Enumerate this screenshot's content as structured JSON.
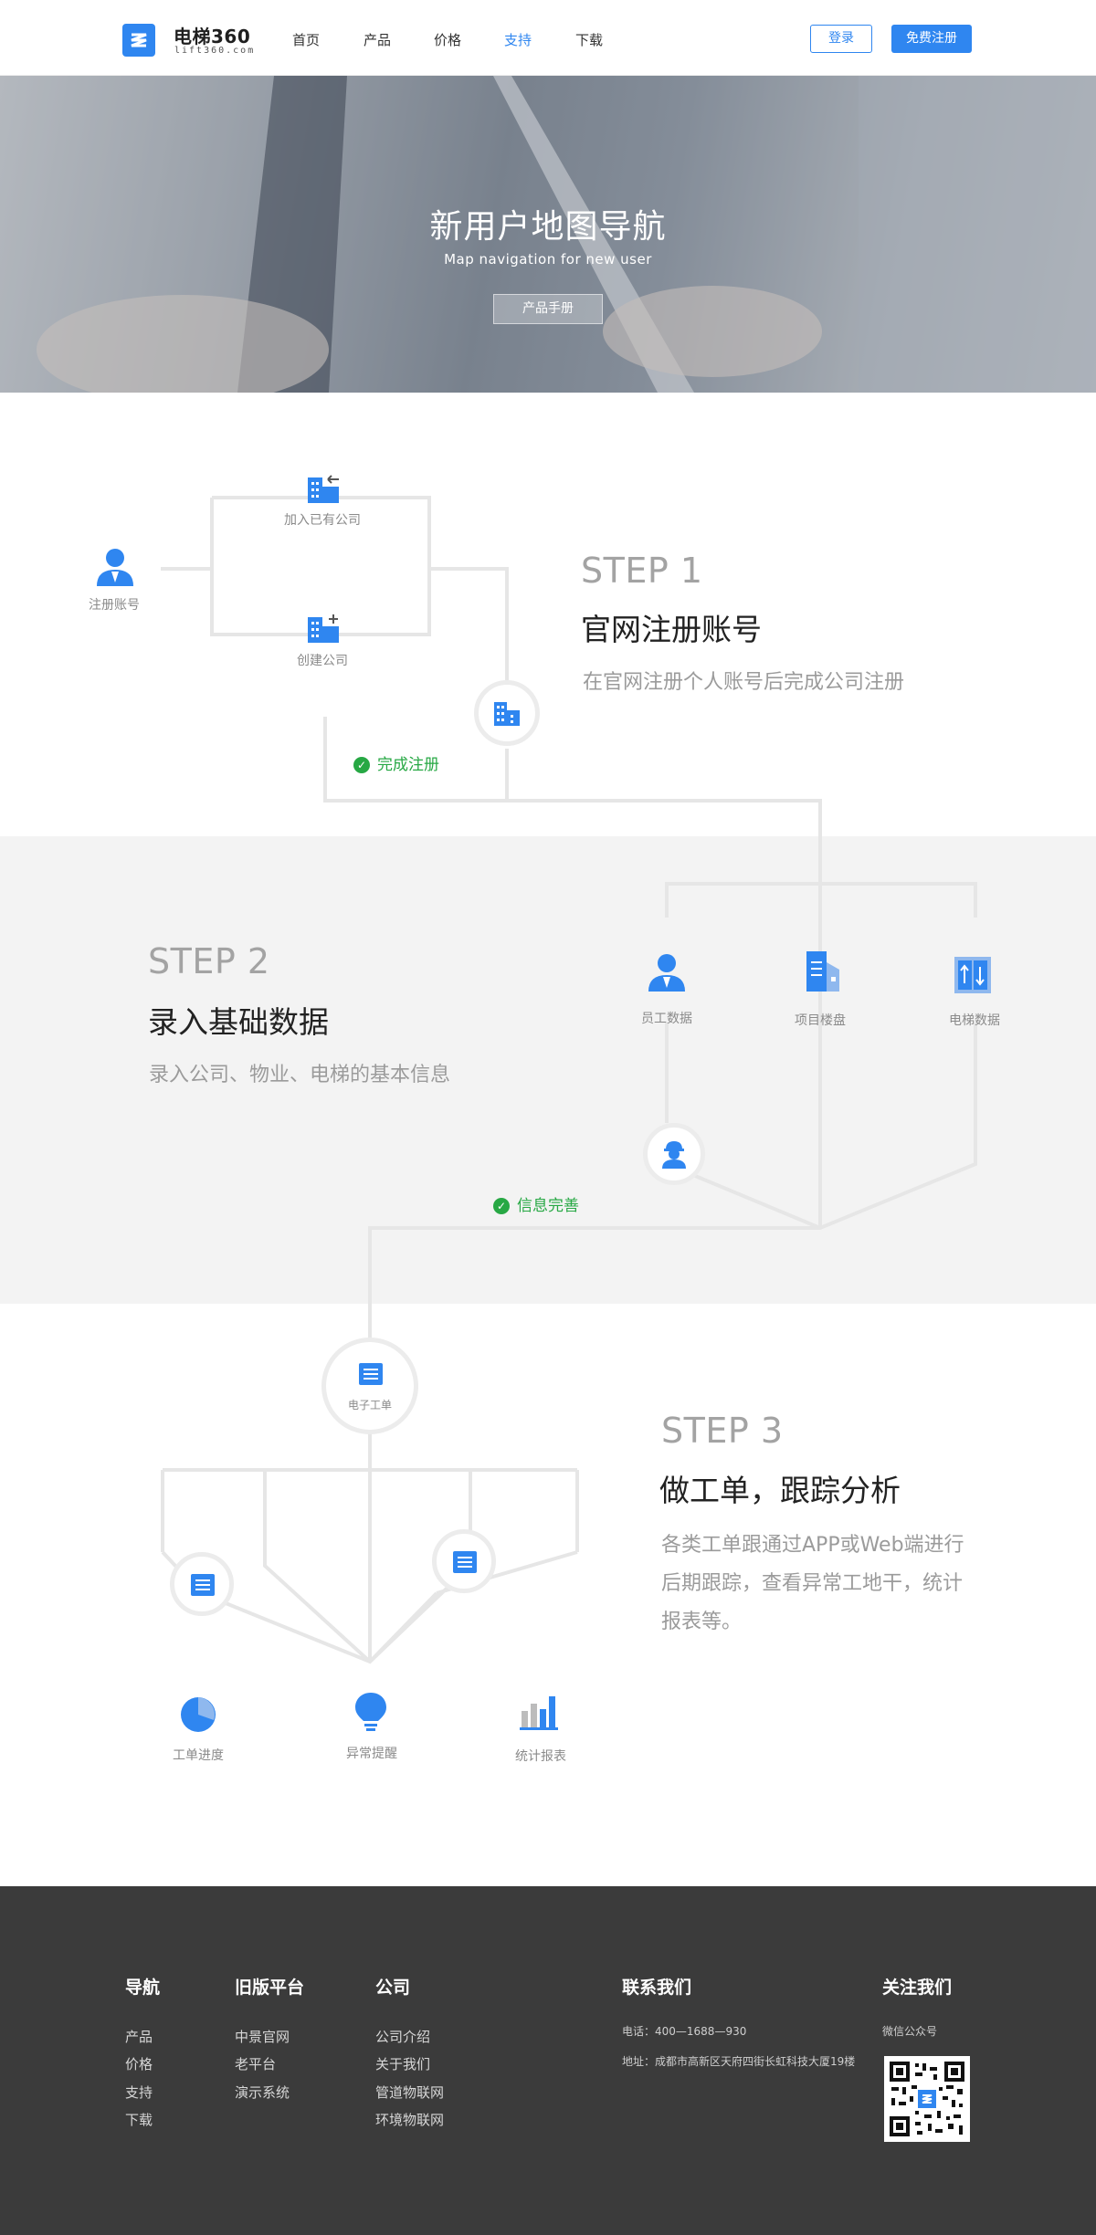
{
  "header": {
    "logo_name": "电梯360",
    "logo_domain": "lift360.com",
    "nav": [
      {
        "label": "首页"
      },
      {
        "label": "产品"
      },
      {
        "label": "价格"
      },
      {
        "label": "支持"
      },
      {
        "label": "下载"
      }
    ],
    "active_nav": "支持",
    "login_label": "登录",
    "register_label": "免费注册"
  },
  "hero": {
    "title": "新用户地图导航",
    "subtitle": "Map navigation for new user",
    "button_label": "产品手册"
  },
  "step1": {
    "num": "STEP 1",
    "title": "官网注册账号",
    "desc": "在官网注册个人账号后完成公司注册",
    "nodes": {
      "register_account": "注册账号",
      "join_company": "加入已有公司",
      "create_company": "创建公司"
    },
    "status": "完成注册"
  },
  "step2": {
    "num": "STEP 2",
    "title": "录入基础数据",
    "desc": "录入公司、物业、电梯的基本信息",
    "nodes": {
      "staff": "员工数据",
      "project": "项目楼盘",
      "elevator": "电梯数据"
    },
    "status": "信息完善"
  },
  "step3": {
    "num": "STEP 3",
    "title": "做工单，跟踪分析",
    "desc_lines": [
      "各类工单跟通过APP或Web端进行",
      "后期跟踪，查看异常工地干，统计",
      "报表等。"
    ],
    "nodes": {
      "eorder": "电子工单",
      "progress": "工单进度",
      "alert": "异常提醒",
      "report": "统计报表"
    }
  },
  "footer": {
    "nav": {
      "title": "导航",
      "links": [
        "产品",
        "价格",
        "支持",
        "下载"
      ]
    },
    "old": {
      "title": "旧版平台",
      "links": [
        "中景官网",
        "老平台",
        "演示系统"
      ]
    },
    "company": {
      "title": "公司",
      "links": [
        "公司介绍",
        "关于我们",
        "管道物联网",
        "环境物联网"
      ]
    },
    "contact": {
      "title": "联系我们",
      "phone": "电话：400—1688—930",
      "address": "地址：成都市高新区天府四街长虹科技大厦19楼"
    },
    "follow": {
      "title": "关注我们",
      "wechat": "微信公众号"
    }
  },
  "colors": {
    "brand": "#2f86f0",
    "success": "#27a844",
    "line": "#e6e6e6",
    "footer_bg": "#3b3b3b",
    "gray_band": "#f3f3f3"
  },
  "icons": [
    "user-icon",
    "building-join-icon",
    "building-add-icon",
    "building-icon",
    "check-icon",
    "document-icon",
    "elevator-icon",
    "worker-icon",
    "list-icon",
    "pie-chart-icon",
    "bulb-icon",
    "bar-chart-icon"
  ]
}
